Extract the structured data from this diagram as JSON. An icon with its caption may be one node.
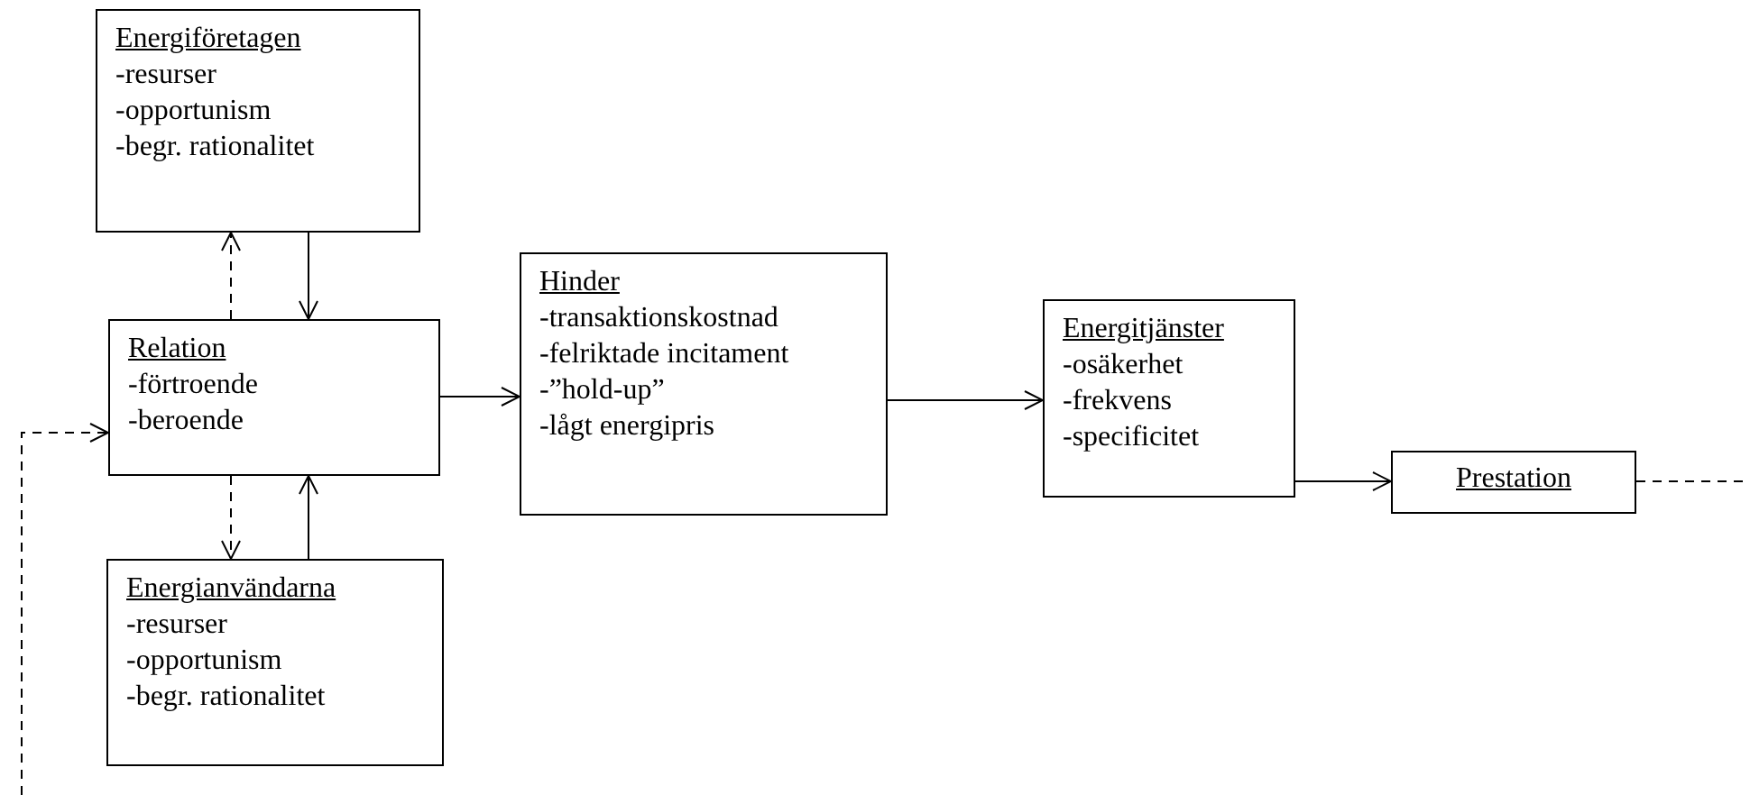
{
  "diagram": {
    "nodes": [
      {
        "text": [
          "Energiföretagen",
          "-resurser",
          "-opportunism",
          "-begr. rationalitet"
        ]
      },
      {
        "text": [
          "Relation",
          "-förtroende",
          "-beroende"
        ]
      },
      {
        "text": [
          "Energianvändarna",
          "-resurser",
          "-opportunism",
          "-begr. rationalitet"
        ]
      },
      {
        "text": [
          "Hinder",
          "-transaktionskostnad",
          "-felriktade incitament",
          "-”hold-up”",
          "-lågt energipris"
        ]
      },
      {
        "text": [
          "Energitjänster",
          "-osäkerhet",
          "-frekvens",
          "-specificitet"
        ]
      },
      {
        "text": [
          "Prestation"
        ]
      }
    ],
    "edges": [
      {
        "from": 1,
        "to": 0,
        "arrow": "to",
        "style": "dashed"
      },
      {
        "from": 0,
        "to": 1,
        "arrow": "to"
      },
      {
        "from": 1,
        "to": 2,
        "arrow": "to",
        "style": "dashed"
      },
      {
        "from": 2,
        "to": 1,
        "arrow": "to"
      },
      {
        "from": 1,
        "to": 3,
        "arrow": "to"
      },
      {
        "from": 3,
        "to": 4,
        "arrow": "to"
      },
      {
        "from": 4,
        "to": 5,
        "arrow": "to"
      },
      {
        "from": 5,
        "to": null,
        "arrow": "none",
        "style": "dashed"
      },
      {
        "from": null,
        "to": 1,
        "arrow": "to",
        "style": "dashed"
      }
    ]
  }
}
